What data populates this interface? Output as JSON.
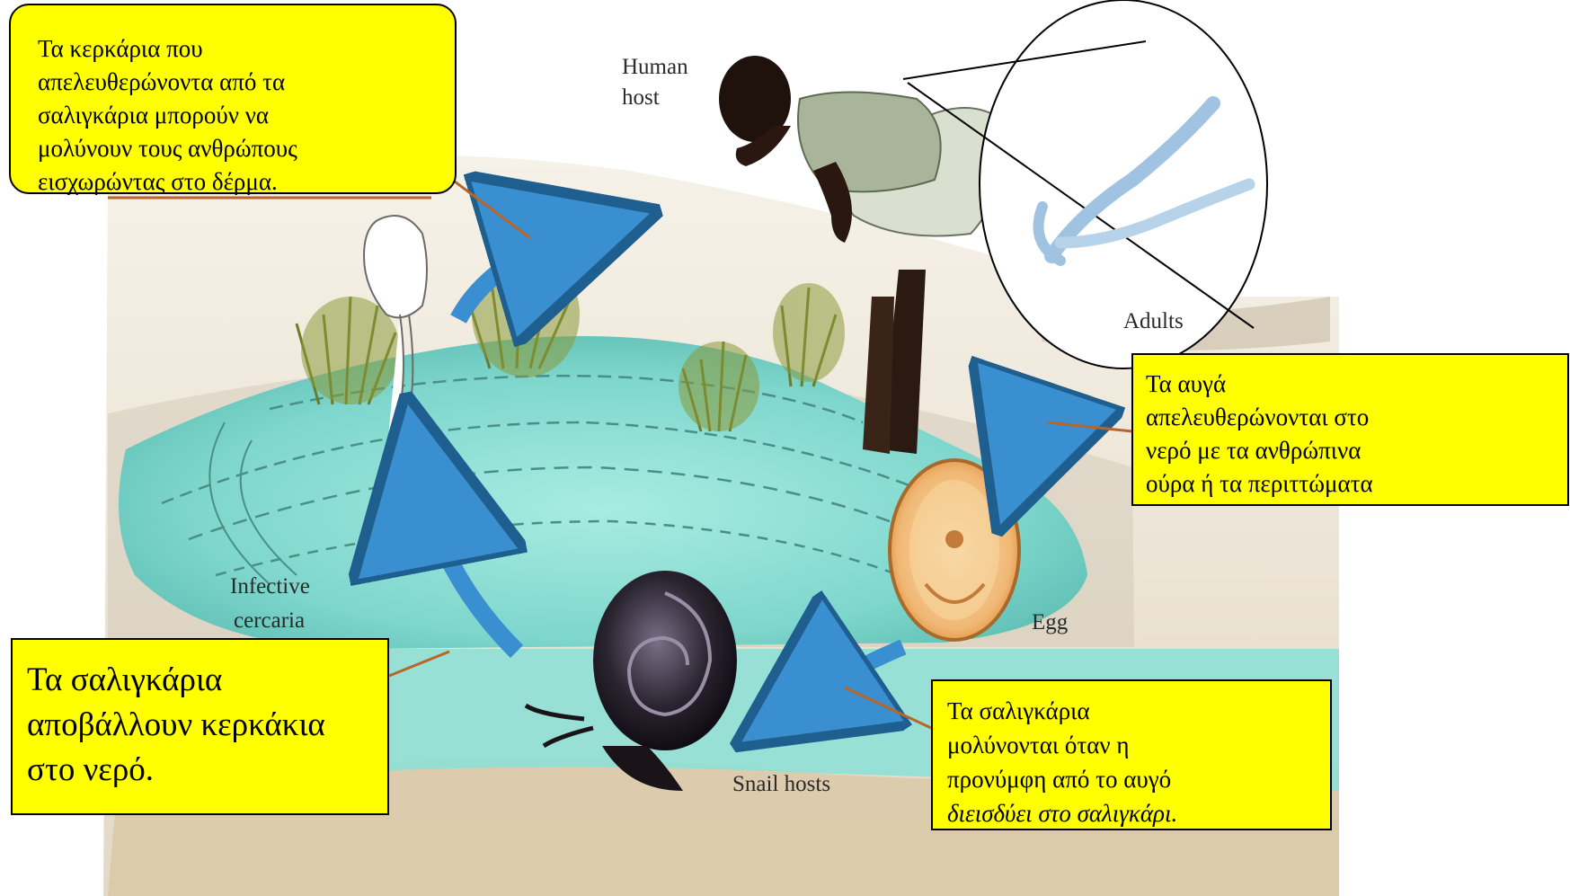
{
  "labels": {
    "human_host": "Human\nhost",
    "adults": "Adults",
    "infective_cercaria": "Infective\ncercaria",
    "egg": "Egg",
    "snail_hosts": "Snail hosts"
  },
  "callouts": {
    "cercariae_infect": "Τα κερκάρια που\nαπελευθερώνοντα από τα\nσαλιγκάρια μπορούν να\nμολύνουν τους ανθρώπους\nεισχωρώντας στο δέρμα.",
    "eggs_released": "Τα αυγά\nαπελευθερώνονται στο\nνερό με τα ανθρώπινα\nούρα ή τα περιττώματα",
    "snails_shed": "Τα σαλιγκάρια\nαποβάλλουν κερκάκια\nστο νερό.",
    "snails_infected_plain": "Τα σαλιγκάρια\nμολύνονται όταν η\nπρονύμφη από το αυγό\n",
    "snails_infected_italic": "διεισδύει στο σαλιγκάρι."
  },
  "colors": {
    "callout_fill": "#ffff00",
    "water": "#7ed6cc",
    "water_dark": "#4fb3a8",
    "arrow": "#3a8fd0",
    "sand": "#d9cbb0",
    "leader_line": "#b8652a"
  }
}
